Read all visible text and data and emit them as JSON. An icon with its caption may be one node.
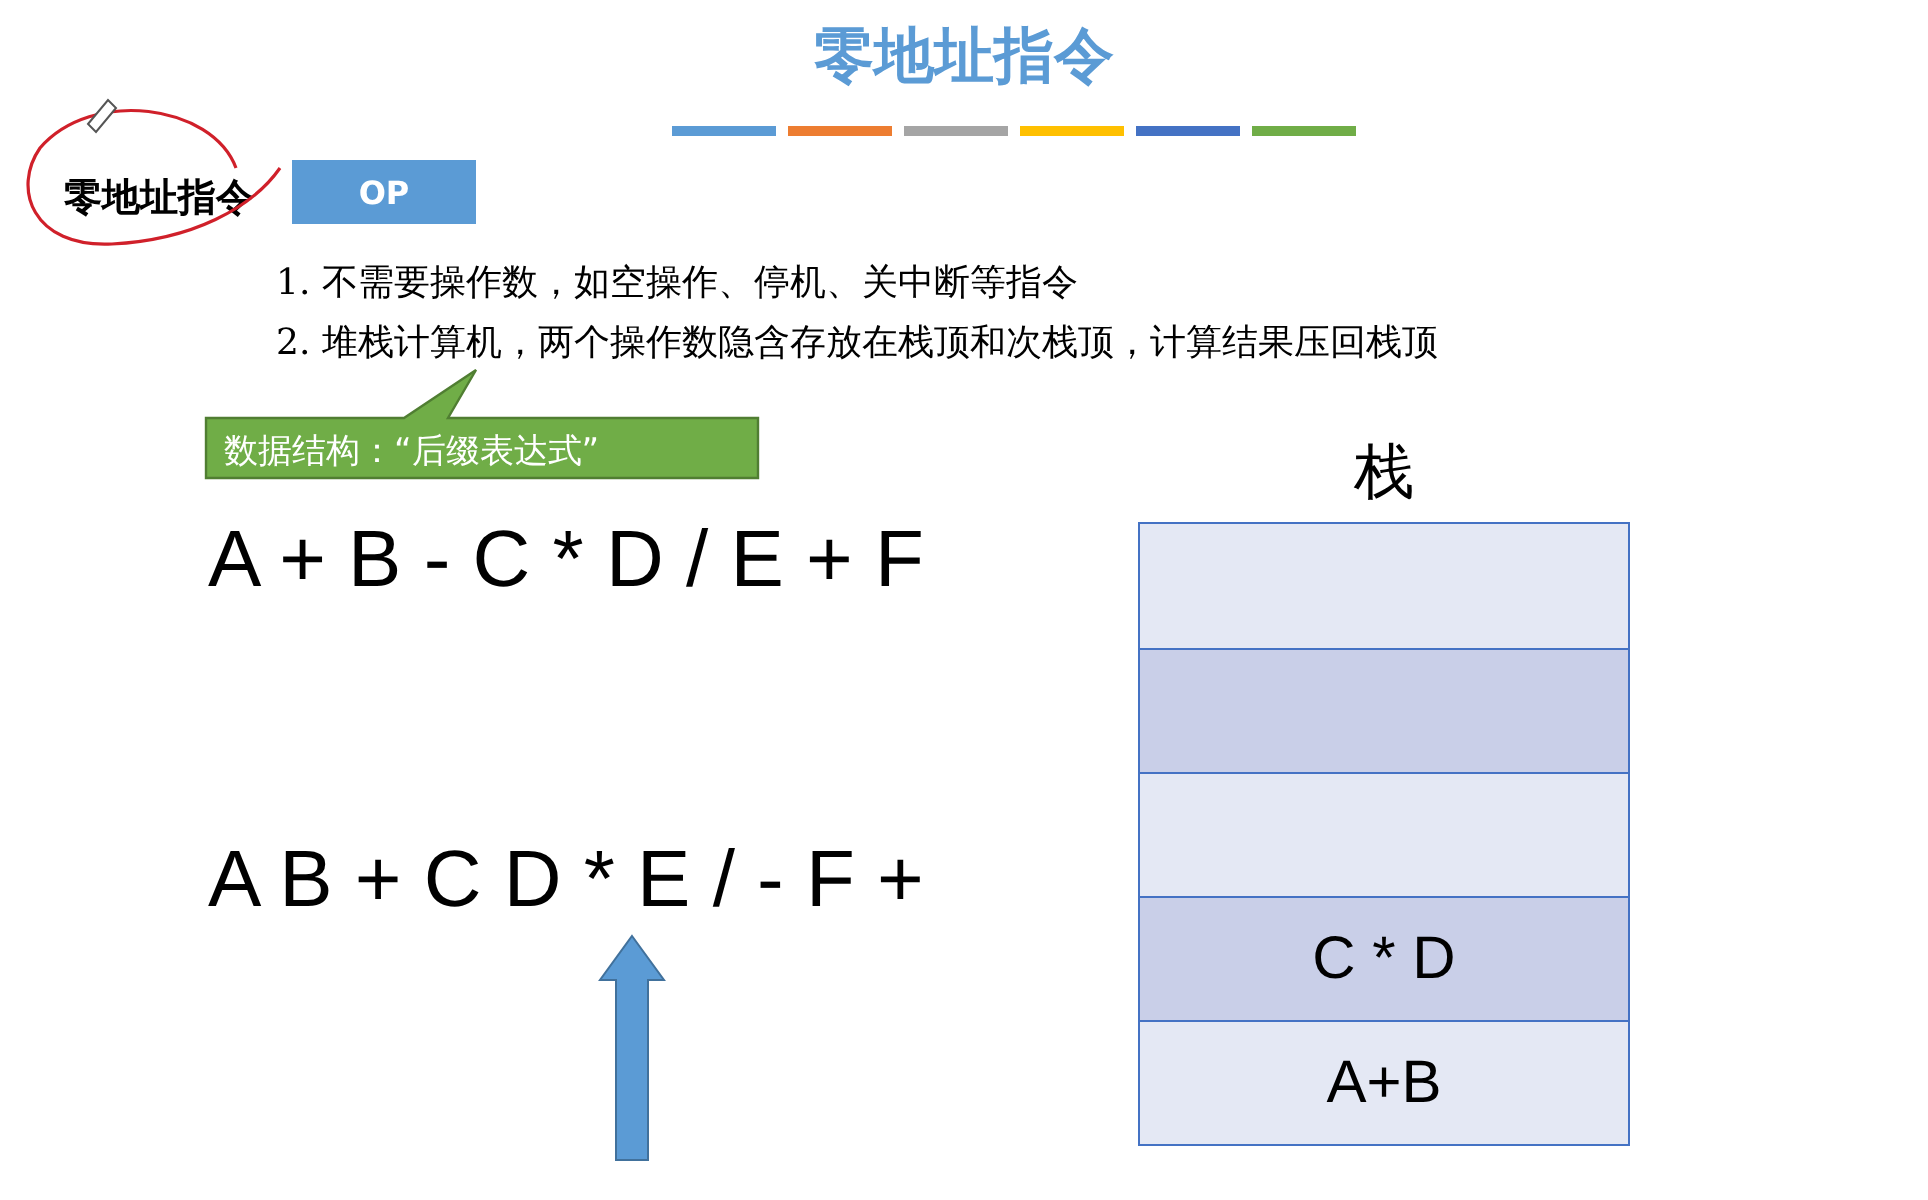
{
  "diagram": {
    "title": "零地址指令",
    "nodes": [
      {
        "text": [
          "OP"
        ]
      },
      {
        "text": [
          "数据结构：“后缀表达式”"
        ]
      },
      {
        "text": [
          "栈"
        ]
      },
      {
        "text": [],
        "shape": "box",
        "in": 2
      },
      {
        "text": [],
        "shape": "box",
        "in": 2
      },
      {
        "text": [],
        "shape": "box",
        "in": 2
      },
      {
        "text": [
          "C * D"
        ],
        "in": 2
      },
      {
        "text": [
          "A+B"
        ],
        "in": 2
      }
    ],
    "labels": [
      "零地址指令",
      "1. 不需要操作数，如空操作、停机、关中断等指令",
      "2. 堆栈计算机，两个操作数隐含存放在栈顶和次栈顶，计算结果压回栈顶",
      "A + B - C * D / E + F",
      "A B + C D * E / - F +"
    ]
  }
}
